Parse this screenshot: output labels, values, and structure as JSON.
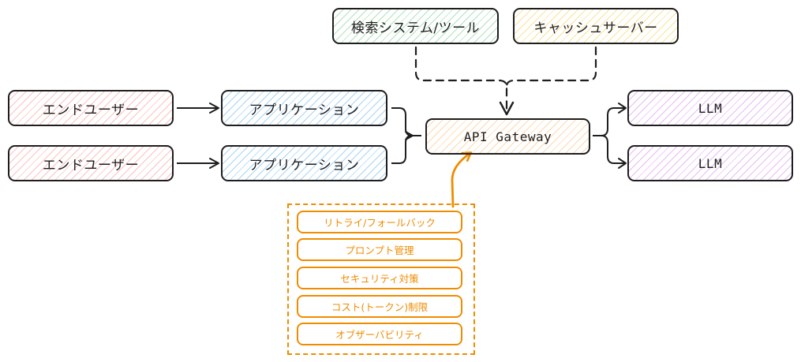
{
  "diagram": {
    "end_users": [
      {
        "label": "エンドユーザー"
      },
      {
        "label": "エンドユーザー"
      }
    ],
    "applications": [
      {
        "label": "アプリケーション"
      },
      {
        "label": "アプリケーション"
      }
    ],
    "gateway": {
      "label": "API Gateway"
    },
    "top_services": [
      {
        "label": "検索システム/ツール"
      },
      {
        "label": "キャッシュサーバー"
      }
    ],
    "llms": [
      {
        "label": "LLM"
      },
      {
        "label": "LLM"
      }
    ],
    "gateway_features": [
      {
        "label": "リトライ/フォールバック"
      },
      {
        "label": "プロンプト管理"
      },
      {
        "label": "セキュリティ対策"
      },
      {
        "label": "コスト(トークン)制限"
      },
      {
        "label": "オブザーバビリティ"
      }
    ],
    "colors": {
      "stroke": "#1e1e1e",
      "accent_orange": "#f08c00",
      "end_user_fill": "#ffc9c9",
      "application_fill": "#a5d8ff",
      "search_fill": "#b2f2bb",
      "cache_fill": "#ffec99",
      "gateway_fill": "#ffd8a8",
      "llm_fill": "#eebefa"
    }
  }
}
